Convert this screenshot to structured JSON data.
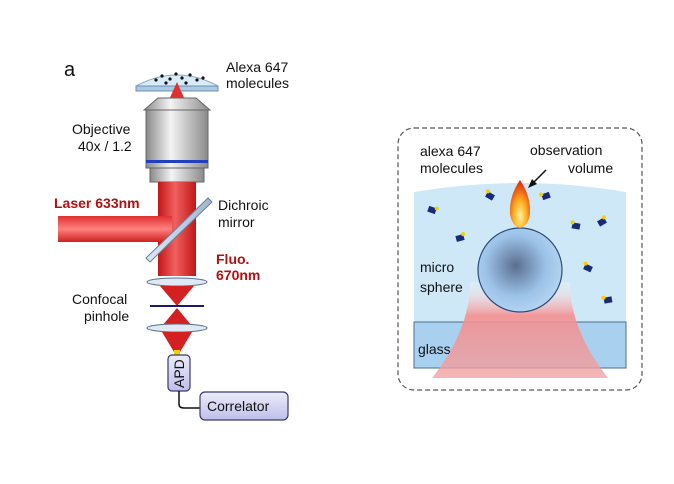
{
  "panel_a": {
    "letter": "a",
    "molecules_label": [
      "Alexa 647",
      "molecules"
    ],
    "objective_label": [
      "Objective",
      "40x / 1.2"
    ],
    "laser_label": "Laser 633nm",
    "dichroic_label": [
      "Dichroic",
      "mirror"
    ],
    "fluo_label": [
      "Fluo.",
      "670nm"
    ],
    "pinhole_label": [
      "Confocal",
      "pinhole"
    ],
    "detector_label": "APD",
    "correlator_label": "Correlator"
  },
  "panel_b": {
    "molecules_label": [
      "alexa 647",
      "molecules"
    ],
    "observation_label": [
      "observation",
      "volume"
    ],
    "sphere_label": [
      "micro",
      "sphere"
    ],
    "glass_label": "glass"
  },
  "colors": {
    "laser": "#d42020",
    "fluorescence": "#e23030",
    "medium": "#cfe8f7",
    "glass": "#a9d0ef",
    "correlator_box": "#d4d4f2"
  }
}
